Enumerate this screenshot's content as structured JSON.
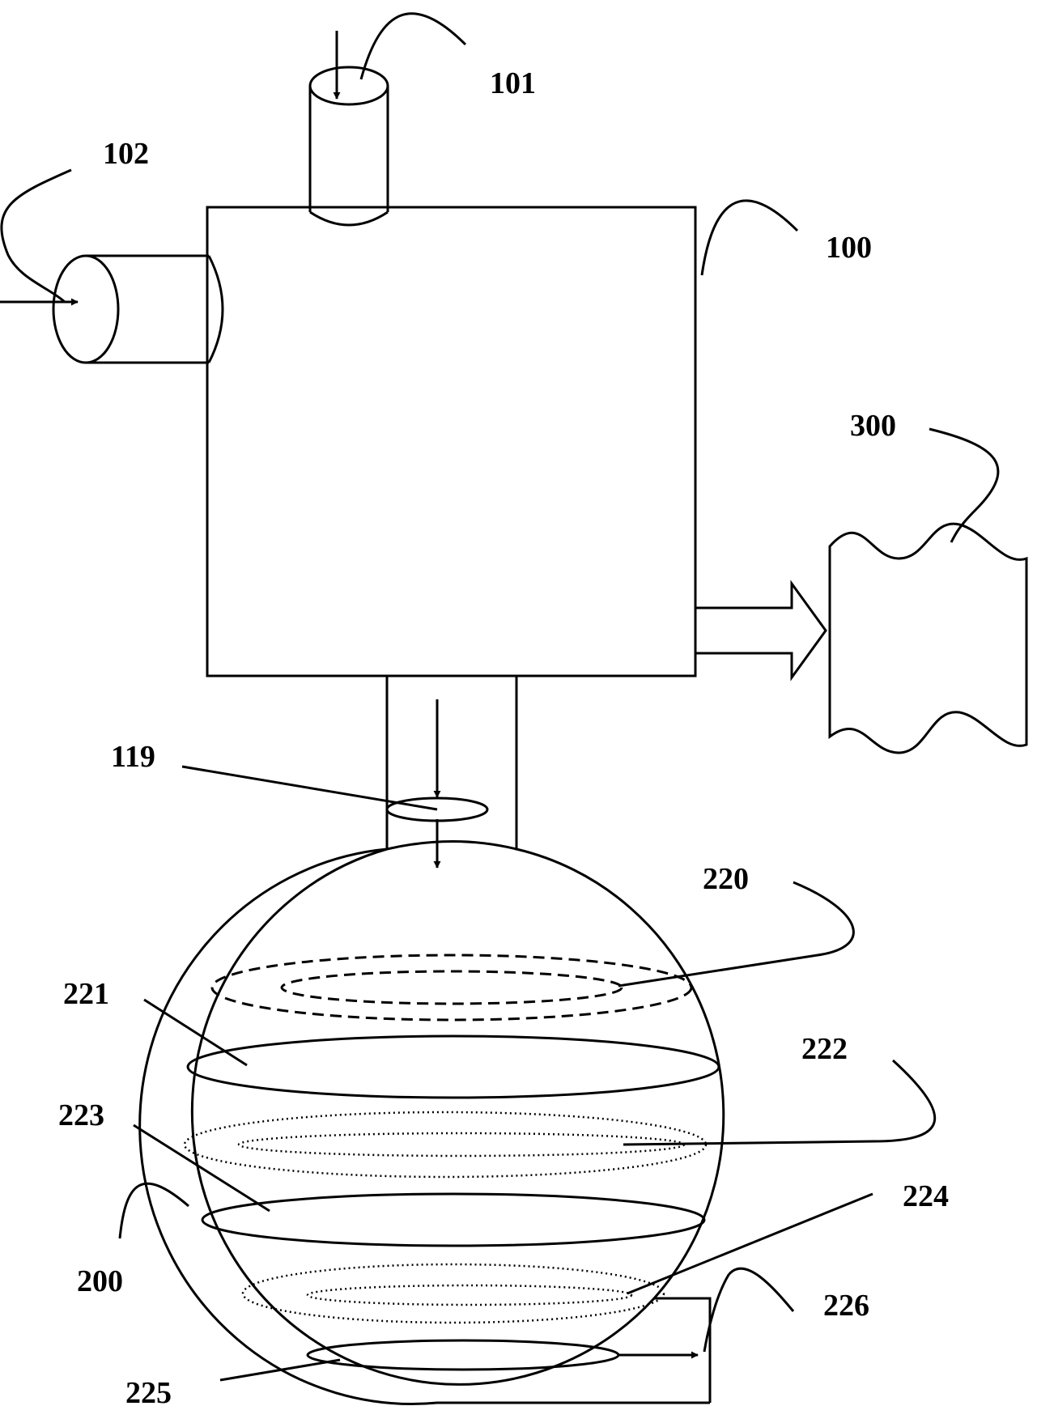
{
  "labels": {
    "l101": "101",
    "l102": "102",
    "l100": "100",
    "l300": "300",
    "l119": "119",
    "l220": "220",
    "l221": "221",
    "l222": "222",
    "l223": "223",
    "l224": "224",
    "l200": "200",
    "l226": "226",
    "l225": "225"
  },
  "colors": {
    "stroke": "#000000",
    "background": "#ffffff"
  }
}
